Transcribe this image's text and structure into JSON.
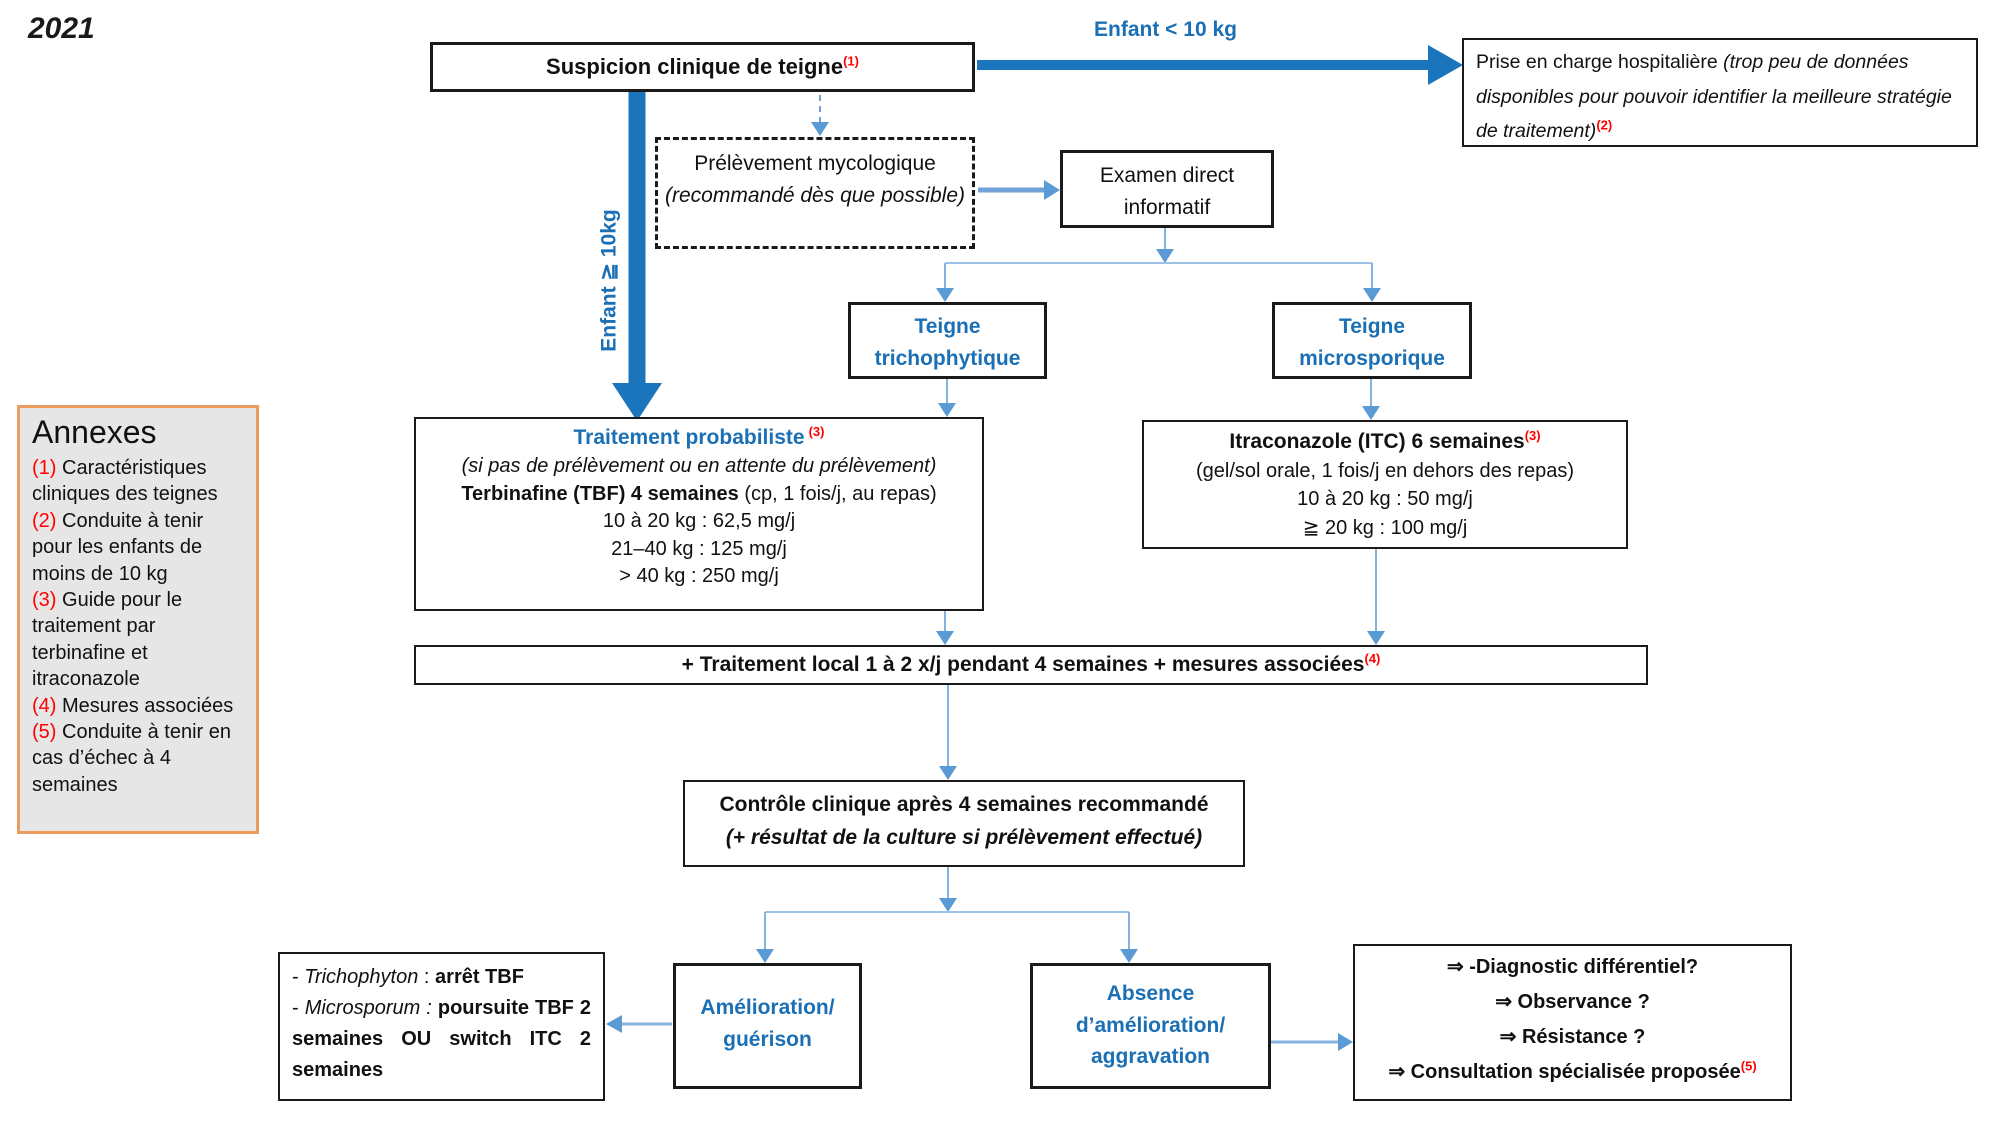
{
  "year": "2021",
  "colors": {
    "accent_blue_dark": "#1b75bc",
    "text_blue": "#1b6fb5",
    "arrow_light_blue": "#5b9bd5",
    "note_red": "#ff0000",
    "annex_border_orange": "#ed9c60",
    "annex_bg_grey": "#e7e6e6",
    "box_border_black": "#1a1a1a"
  },
  "labels": {
    "enfant_moins_10kg": "Enfant < 10 kg",
    "enfant_plus_10kg": "Enfant ≧ 10kg"
  },
  "nodes": {
    "suspicion": {
      "text": "Suspicion clinique de teigne",
      "sup": "(1)"
    },
    "hospital": {
      "text": "Prise en charge hospitalière ",
      "italic": "(trop peu de données disponibles pour pouvoir identifier la meilleure stratégie de traitement)",
      "sup": "(2)"
    },
    "prelevement": {
      "line1": "Prélèvement mycologique",
      "line2": "(recommandé dès que possible)"
    },
    "examen": {
      "line1": "Examen direct",
      "line2": "informatif"
    },
    "teigne_trichophytique": {
      "line1": "Teigne",
      "line2": "trichophytique"
    },
    "teigne_microsporique": {
      "line1": "Teigne",
      "line2": "microsporique"
    },
    "probabiliste": {
      "title": "Traitement probabiliste",
      "title_sup": "(3)",
      "subtitle": "(si pas de prélèvement ou en attente du prélèvement)",
      "drug_bold": "Terbinafine (TBF)  4 semaines",
      "drug_normal": " (cp, 1 fois/j, au repas)",
      "dose1": "10 à 20 kg : 62,5 mg/j",
      "dose2": "21–40 kg : 125 mg/j",
      "dose3": "> 40 kg : 250 mg/j"
    },
    "itraconazole": {
      "title": "Itraconazole (ITC) 6 semaines",
      "title_sup": "(3)",
      "subtitle": "(gel/sol orale, 1 fois/j en dehors des repas)",
      "dose1": "10 à 20 kg : 50 mg/j",
      "dose2": "≧ 20 kg : 100 mg/j"
    },
    "traitement_local": {
      "text": "+ Traitement local 1 à 2 x/j pendant 4 semaines + mesures associées",
      "sup": "(4)"
    },
    "controle": {
      "line1": "Contrôle clinique après 4 semaines recommandé",
      "line2": "(+ résultat de la culture si prélèvement effectué)"
    },
    "amelioration": {
      "line1": "Amélioration/",
      "line2": "guérison"
    },
    "absence": {
      "line1": "Absence",
      "line2": "d’amélioration/",
      "line3": "aggravation"
    },
    "suivi_tbf": {
      "bullet": "- ",
      "item1": {
        "name": "Trichophyton",
        "sep": " : ",
        "action": "arrêt TBF"
      },
      "item2": {
        "name": "Microsporum",
        "sep": " : ",
        "action": "poursuite TBF 2 semaines OU switch ITC 2 semaines"
      }
    },
    "echec": {
      "arrow": "⇒",
      "line1": "-Diagnostic différentiel?",
      "line2": "Observance ?",
      "line3": "Résistance ?",
      "line4": "Consultation spécialisée proposée",
      "line4_sup": "(5)"
    }
  },
  "annexes": {
    "title": "Annexes",
    "items": [
      {
        "num": "(1)",
        "text": " Caractéristiques cliniques des teignes"
      },
      {
        "num": "(2)",
        "text": " Conduite à tenir pour les enfants de moins de 10 kg"
      },
      {
        "num": "(3)",
        "text": " Guide pour le traitement par terbinafine et itraconazole"
      },
      {
        "num": "(4)",
        "text": " Mesures associées"
      },
      {
        "num": "(5)",
        "text": " Conduite à tenir en cas d’échec à 4 semaines"
      }
    ]
  }
}
